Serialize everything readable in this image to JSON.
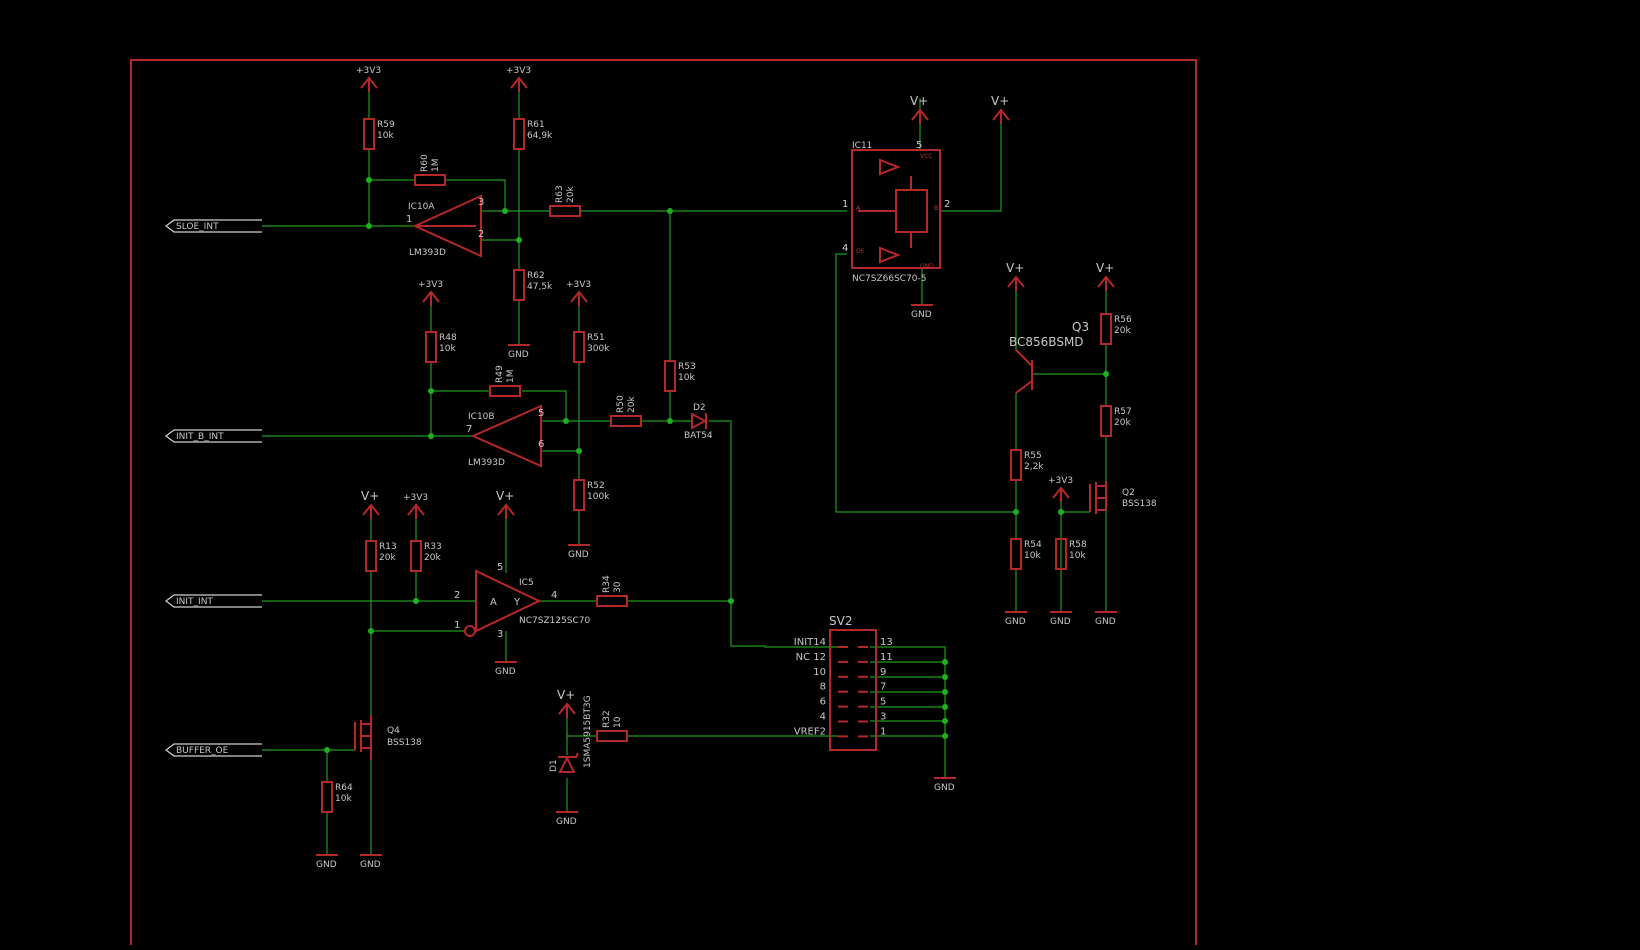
{
  "schematic": {
    "ports": [
      {
        "id": "slow",
        "text": "SLOE_INT"
      },
      {
        "id": "initb",
        "text": "INIT_B_INT"
      },
      {
        "id": "init",
        "text": "INIT_INT"
      },
      {
        "id": "boe",
        "text": "BUFFER_OE"
      }
    ],
    "supplies": {
      "v33": "+3V3",
      "vplus": "V+",
      "gnd": "GND"
    },
    "resistors": [
      {
        "name": "R59",
        "value": "10k"
      },
      {
        "name": "R60",
        "value": "1M"
      },
      {
        "name": "R61",
        "value": "64,9k"
      },
      {
        "name": "R63",
        "value": "20k"
      },
      {
        "name": "R62",
        "value": "47,5k"
      },
      {
        "name": "R48",
        "value": "10k"
      },
      {
        "name": "R49",
        "value": "1M"
      },
      {
        "name": "R51",
        "value": "300k"
      },
      {
        "name": "R50",
        "value": "20k"
      },
      {
        "name": "R53",
        "value": "10k"
      },
      {
        "name": "R52",
        "value": "100k"
      },
      {
        "name": "R13",
        "value": "20k"
      },
      {
        "name": "R33",
        "value": "20k"
      },
      {
        "name": "R34",
        "value": "30"
      },
      {
        "name": "R32",
        "value": "10"
      },
      {
        "name": "R64",
        "value": "10k"
      },
      {
        "name": "R56",
        "value": "20k"
      },
      {
        "name": "R57",
        "value": "20k"
      },
      {
        "name": "R55",
        "value": "2,2k"
      },
      {
        "name": "R54",
        "value": "10k"
      },
      {
        "name": "R58",
        "value": "10k"
      }
    ],
    "parts": {
      "ic10a": {
        "name": "IC10A",
        "value": "LM393D",
        "pins": [
          "3",
          "2",
          "1"
        ]
      },
      "ic10b": {
        "name": "IC10B",
        "value": "LM393D",
        "pins": [
          "5",
          "6",
          "7"
        ]
      },
      "ic5": {
        "name": "IC5",
        "value": "NC7SZ125SC70",
        "pins": [
          "2",
          "1",
          "4",
          "5",
          "3"
        ],
        "inner_a": "A",
        "inner_y": "Y"
      },
      "ic11": {
        "name": "IC11",
        "value": "NC7SZ66SC70-5",
        "pins": [
          "1",
          "4",
          "2",
          "5"
        ],
        "vcc": "VCC",
        "gnd": "GND",
        "a": "A",
        "b": "B",
        "oe": "OE"
      },
      "d2": {
        "name": "D2",
        "value": "BAT54"
      },
      "d1": {
        "name": "D1",
        "value": "1SMA5915BT3G"
      },
      "q3": {
        "name": "Q3",
        "value": "BC856BSMD"
      },
      "q2": {
        "name": "Q2",
        "value": "BSS138"
      },
      "q4": {
        "name": "Q4",
        "value": "BSS138"
      }
    },
    "connector": {
      "name": "SV2",
      "left": [
        "INIT14",
        "NC 12",
        "10",
        "8",
        "6",
        "4",
        "VREF2"
      ],
      "right": [
        "13",
        "11",
        "9",
        "7",
        "5",
        "3",
        "1"
      ]
    }
  }
}
